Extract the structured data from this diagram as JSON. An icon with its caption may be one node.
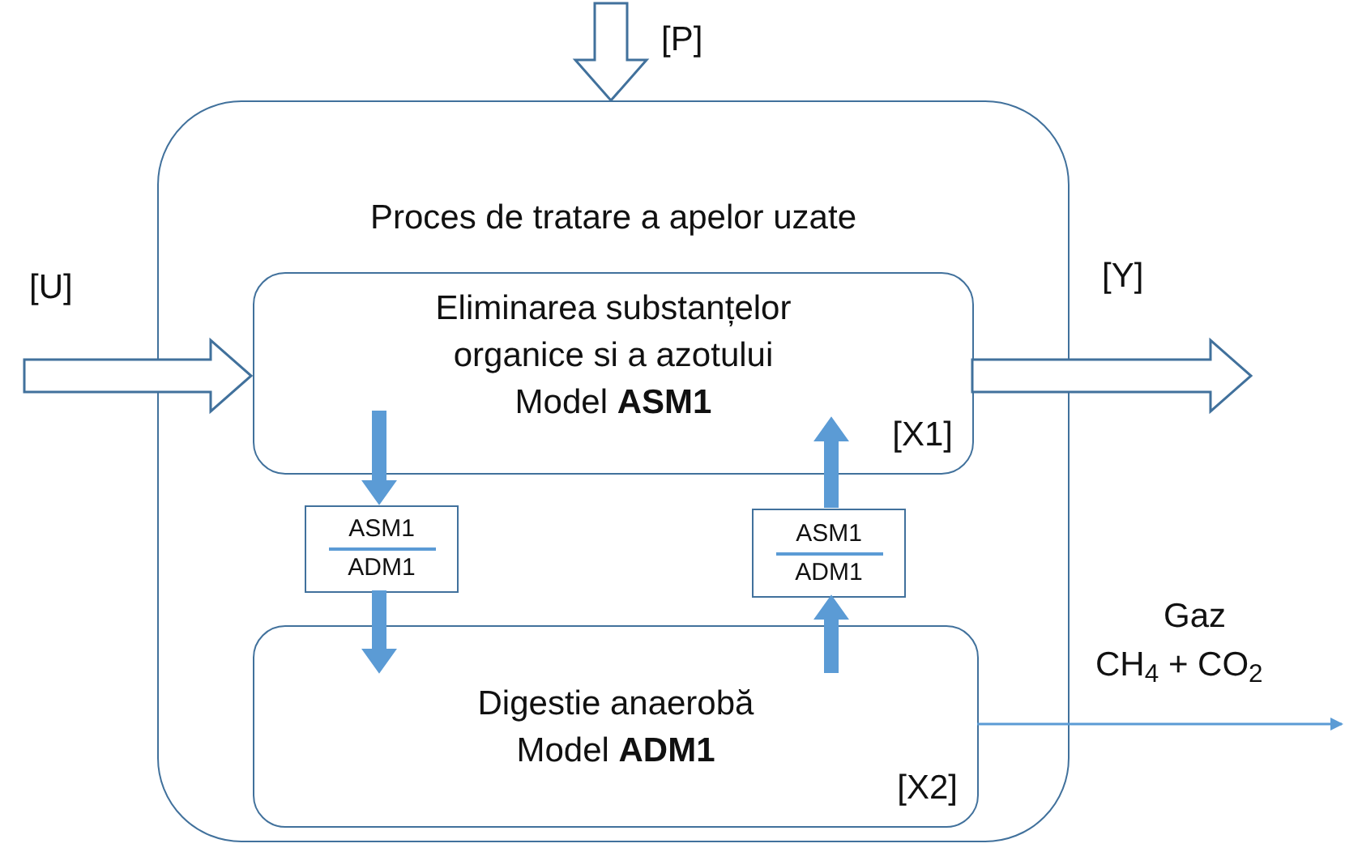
{
  "diagram": {
    "nodes": [
      {
        "text": [
          "Proces de tratare a apelor uzate"
        ]
      },
      {
        "text": [
          "Eliminarea substanțelor organice si a azotului",
          "Model **ASM1**",
          "[X1]"
        ],
        "in": 0
      },
      {
        "text": [
          "ASM1",
          "ADM1"
        ],
        "in": 0
      },
      {
        "text": [
          "ASM1",
          "ADM1"
        ],
        "in": 0
      },
      {
        "text": [
          "Digestie anaerobă",
          "Model **ADM1**",
          "[X2]"
        ],
        "in": 0
      }
    ],
    "edges": [
      {
        "from": null,
        "to": 1,
        "arrow": "to",
        "style": "thick"
      },
      {
        "from": null,
        "to": 0,
        "arrow": "to",
        "style": "thick"
      },
      {
        "from": 1,
        "to": null,
        "arrow": "to",
        "style": "thick"
      },
      {
        "from": 1,
        "to": 2,
        "arrow": "to",
        "style": "thick",
        "color": "#5b9bd5"
      },
      {
        "from": 2,
        "to": 4,
        "arrow": "to",
        "style": "thick",
        "color": "#5b9bd5"
      },
      {
        "from": 4,
        "to": 3,
        "arrow": "to",
        "style": "thick",
        "color": "#5b9bd5"
      },
      {
        "from": 3,
        "to": 1,
        "arrow": "to",
        "style": "thick",
        "color": "#5b9bd5"
      },
      {
        "from": 4,
        "to": null,
        "arrow": "to"
      }
    ],
    "labels": [
      "[P]",
      "[U]",
      "[Y]",
      "Gaz",
      "CH$_{4}$ + CO$_{2}$"
    ]
  }
}
